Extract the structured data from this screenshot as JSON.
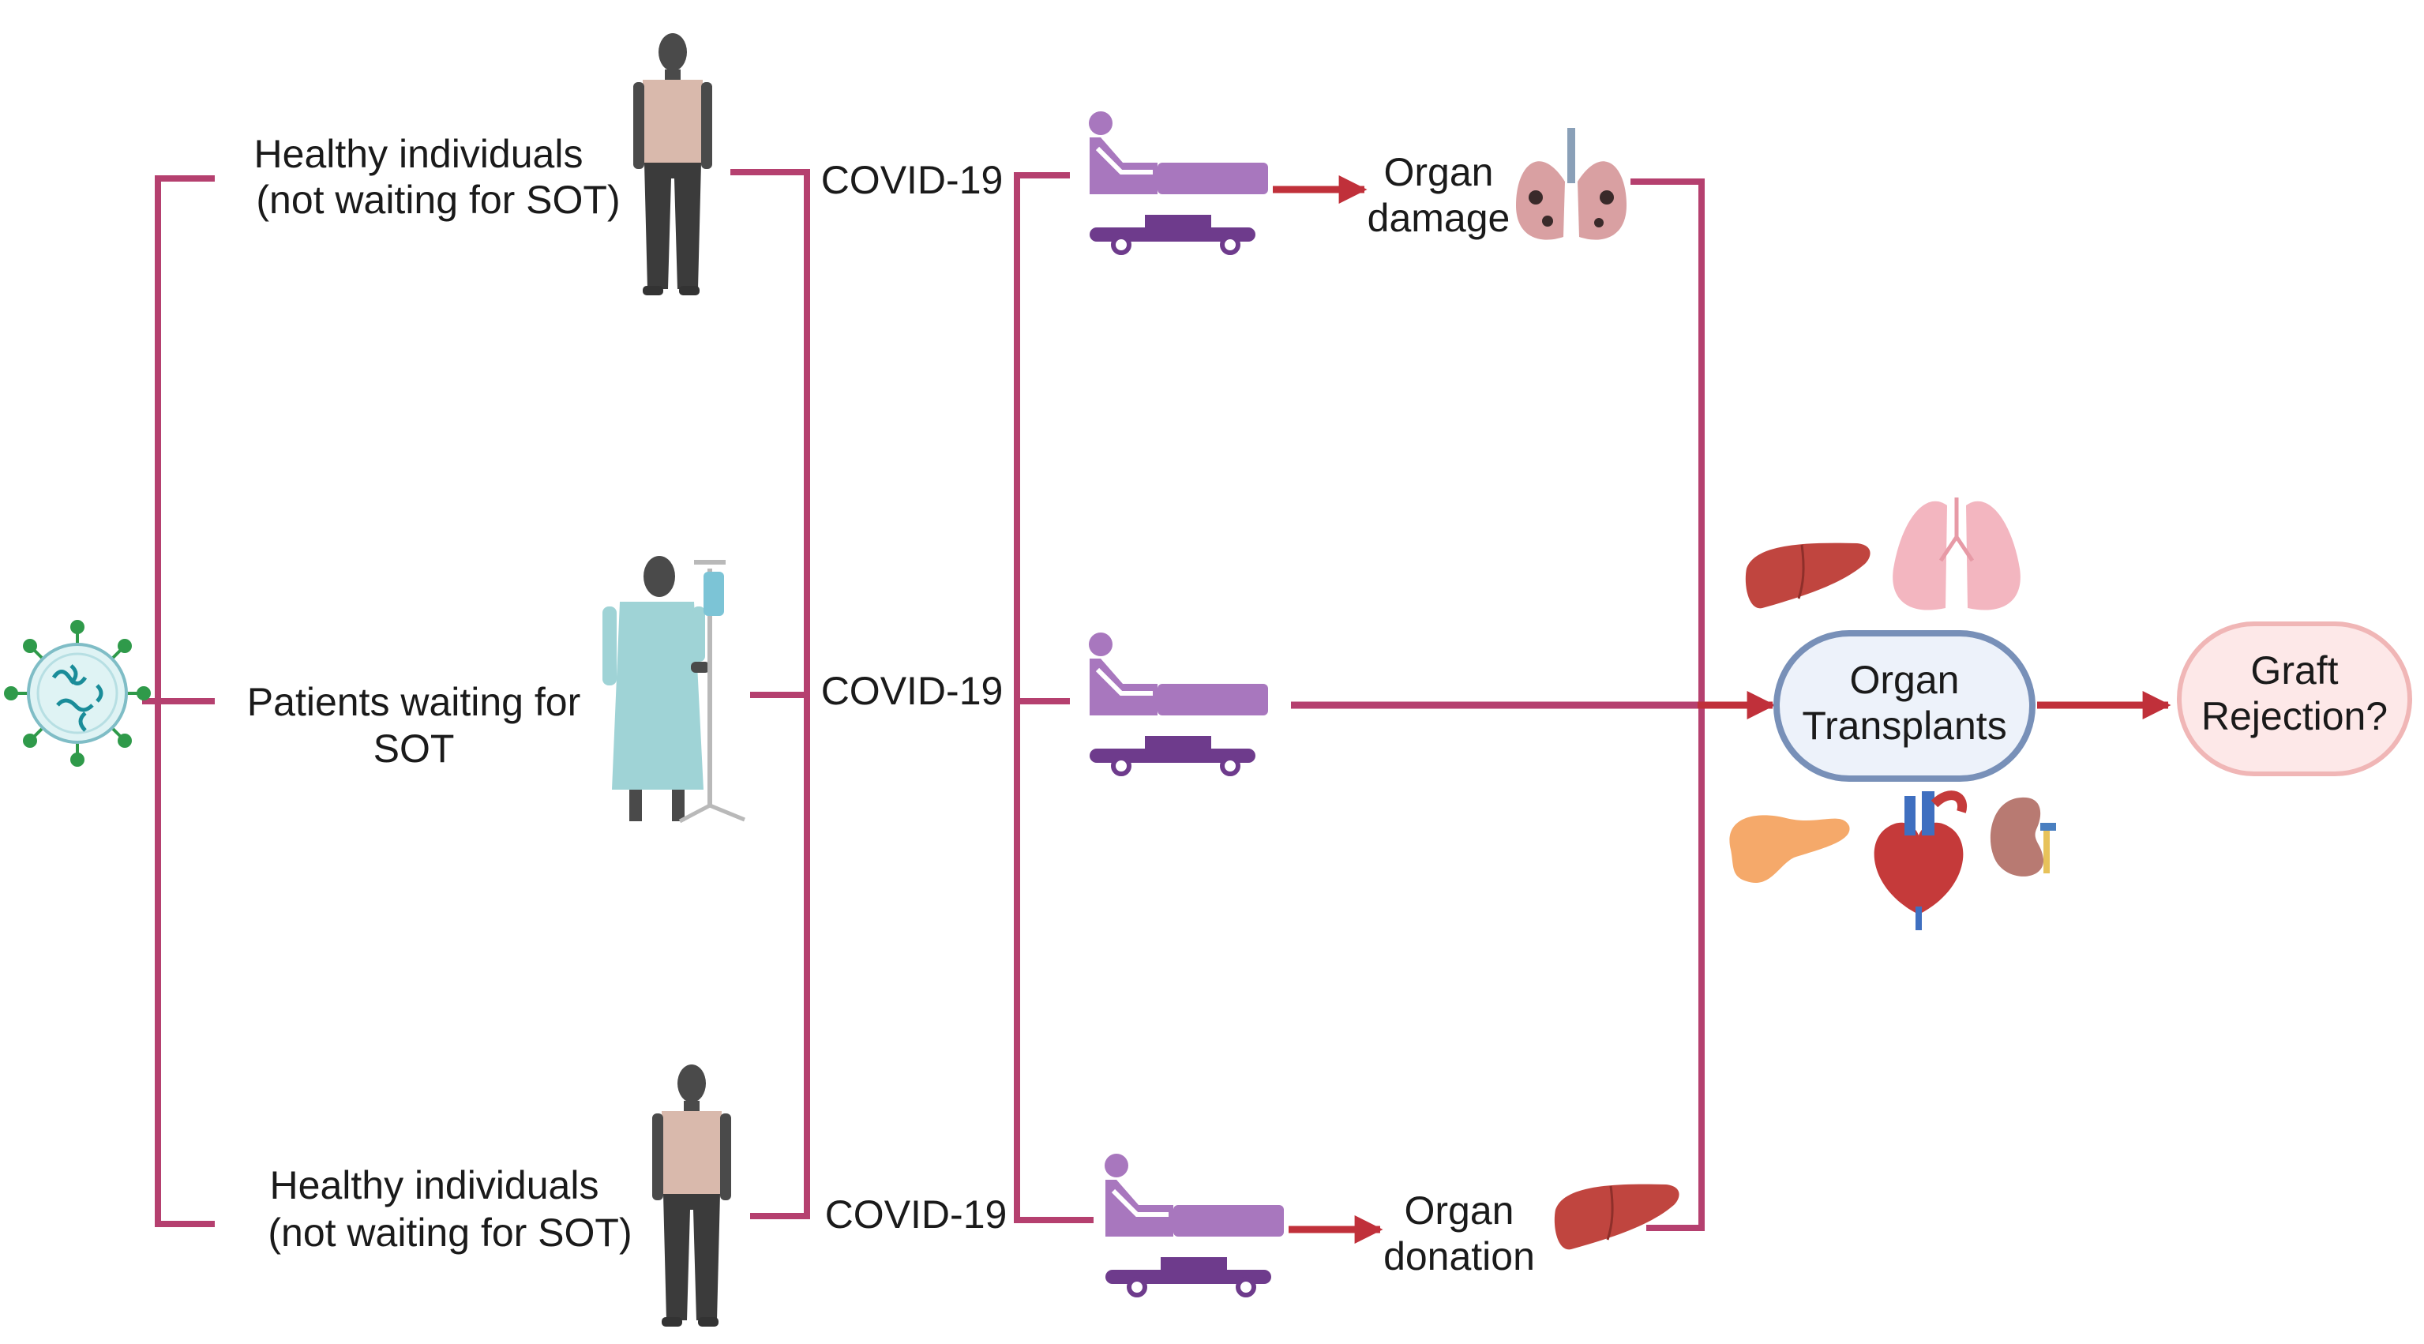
{
  "groups": {
    "top": {
      "line1": "Healthy individuals",
      "line2": "(not waiting for SOT)"
    },
    "middle": {
      "line1": "Patients waiting for",
      "line2": "SOT"
    },
    "bottom": {
      "line1": "Healthy individuals",
      "line2": "(not waiting for SOT)"
    }
  },
  "infection_label": "COVID-19",
  "outcomes": {
    "damage": {
      "line1": "Organ",
      "line2": "damage"
    },
    "donation": {
      "line1": "Organ",
      "line2": "donation"
    }
  },
  "transplants": {
    "line1": "Organ",
    "line2": "Transplants"
  },
  "rejection": {
    "line1": "Graft",
    "line2": "Rejection?"
  },
  "icons": [
    "virus-icon",
    "person-icon",
    "iv-patient-icon",
    "hospital-bed-icon",
    "lungs-damaged-icon",
    "liver-icon",
    "lungs-icon",
    "pancreas-icon",
    "heart-icon",
    "kidney-icon"
  ],
  "colors": {
    "connector": "#b5406f",
    "arrow": "#c0303a",
    "bed": "#a877be",
    "bed_base": "#6e3b8c",
    "transplant_border": "#7890b8",
    "transplant_fill": "#edf2fa",
    "rejection_border": "#f0b6b6",
    "rejection_fill": "#fde8e8",
    "skin": "#4a4a4a",
    "shirt": "#d9b9ac"
  }
}
